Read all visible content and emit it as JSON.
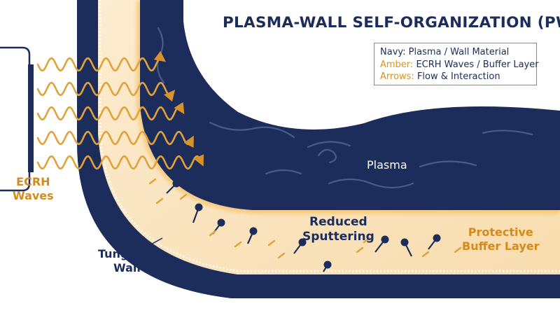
{
  "title": "PLASMA-WALL SELF-ORGANIZATION (PWSO)",
  "legend": [
    {
      "key": "Navy:",
      "text": "Plasma / Wall Material"
    },
    {
      "key": "Amber:",
      "text": "ECRH Waves / Buffer Layer"
    },
    {
      "key": "Arrows:",
      "text": "Flow & Interaction"
    }
  ],
  "labels": {
    "plasma": "Plasma",
    "ecrh_line1": "ECRH",
    "ecrh_line2": "Waves",
    "sputter_line1": "Reduced",
    "sputter_line2": "Sputtering",
    "buffer_line1": "Protective",
    "buffer_line2": "Buffer Layer",
    "wall_line1": "Tungsten",
    "wall_line2": "Wall"
  },
  "colors": {
    "navy": "#1c2d5c",
    "amber": "#e0a23a",
    "buffer": "#fbe5bf"
  },
  "ecrh_wave_count": 5
}
